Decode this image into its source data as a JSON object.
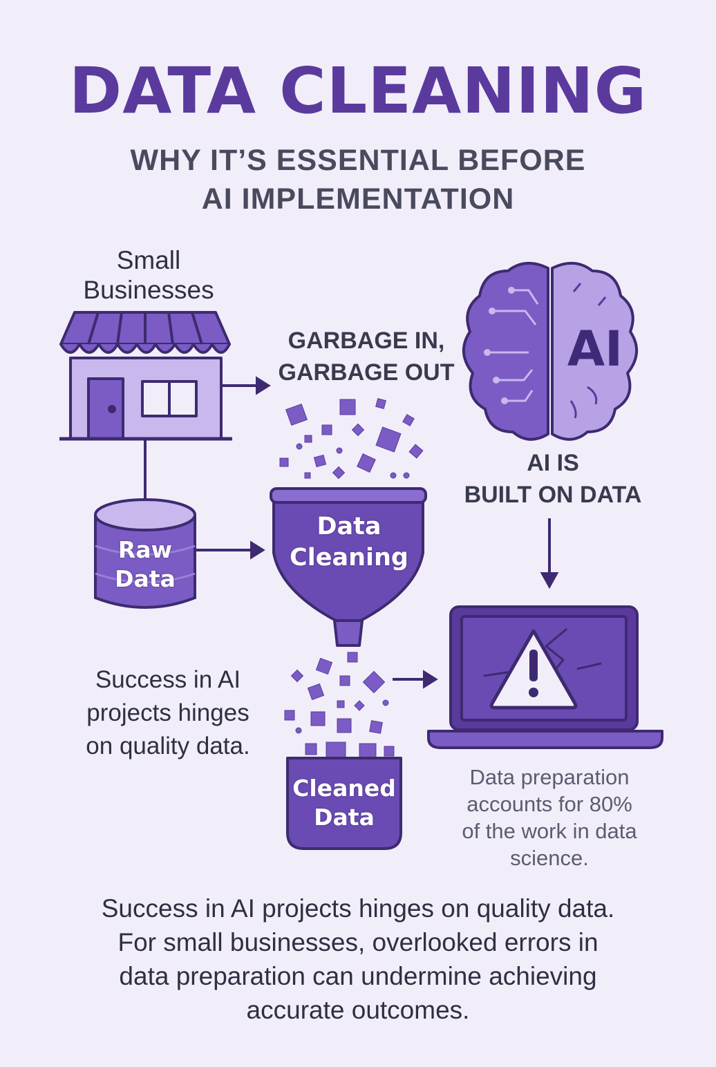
{
  "title": "DATA CLEANING",
  "subtitle": {
    "line1": "WHY IT’S ESSENTIAL BEFORE",
    "line2": "AI IMPLEMENTATION"
  },
  "store": {
    "label": "Small Businesses"
  },
  "raw_data": {
    "line1": "Raw",
    "line2": "Data"
  },
  "garbage": {
    "line1": "GARBAGE IN,",
    "line2": "GARBAGE OUT"
  },
  "brain": {
    "badge": "AI"
  },
  "ai_built": {
    "line1": "AI IS",
    "line2": "BUILT ON DATA"
  },
  "funnel": {
    "line1": "Data",
    "line2": "Cleaning"
  },
  "cleaned_data": {
    "line1": "Cleaned",
    "line2": "Data"
  },
  "success_left": {
    "line1": "Success in AI",
    "line2": "projects hinges",
    "line3": "on quality data."
  },
  "prep_note": {
    "line1": "Data preparation",
    "line2": "accounts for 80%",
    "line3": "of the work in data",
    "line4": "science."
  },
  "footer": {
    "line1": "Success in AI projects hinges on quality data.",
    "line2": "For small businesses, overlooked errors in",
    "line3": "data preparation can undermine achieving",
    "line4": "accurate outcomes."
  },
  "colors": {
    "background": "#f1eef9",
    "primary": "#5b3a9e",
    "mid": "#7a5cc4",
    "light": "#c9b8ee",
    "outline": "#3e2a70"
  },
  "icons": [
    "store-icon",
    "database-icon",
    "brain-icon",
    "funnel-icon",
    "laptop-icon",
    "warning-icon",
    "arrow-icon"
  ]
}
